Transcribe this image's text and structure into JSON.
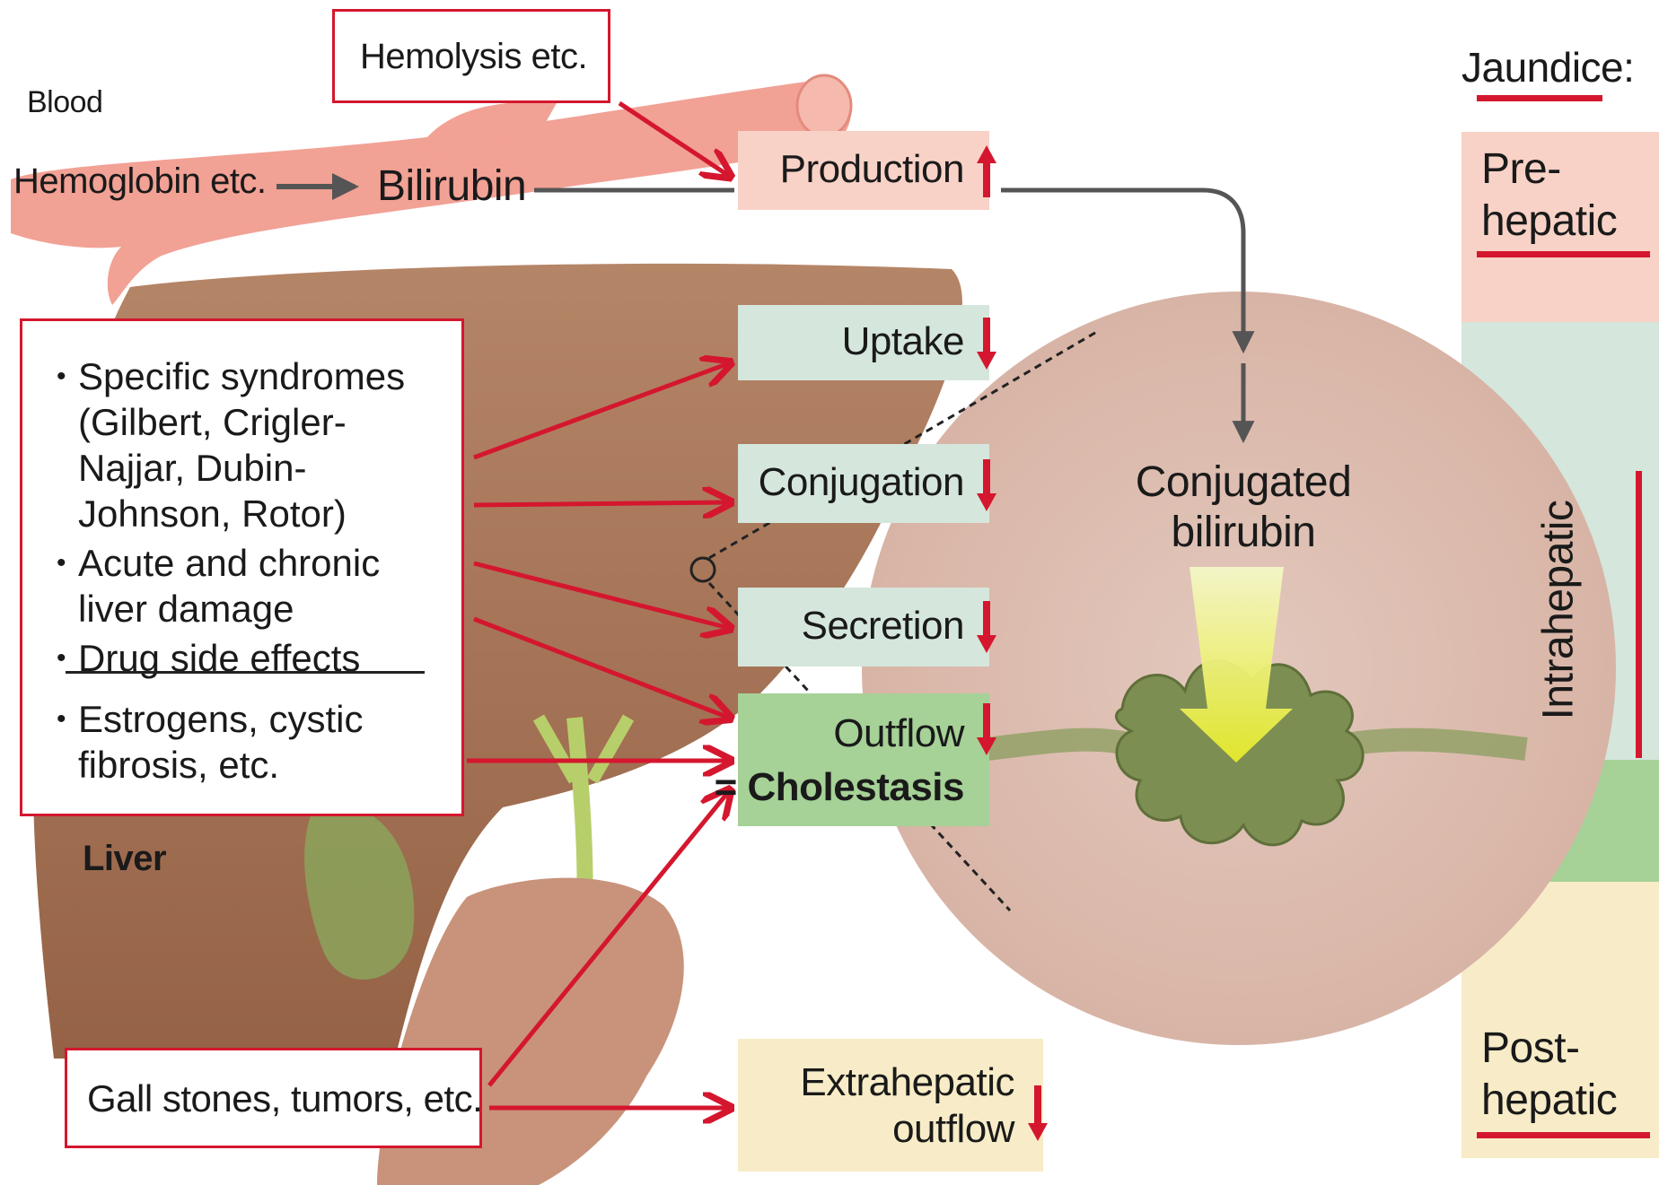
{
  "labels": {
    "blood": "Blood",
    "hemoglobin": "Hemoglobin etc.",
    "bilirubin": "Bilirubin",
    "hemolysis": "Hemolysis etc.",
    "liver": "Liver",
    "conjugated_line1": "Conjugated",
    "conjugated_line2": "bilirubin"
  },
  "stages": {
    "production": "Production",
    "uptake": "Uptake",
    "conjugation": "Conjugation",
    "secretion": "Secretion",
    "outflow_line1": "Outflow",
    "outflow_line2": "= Cholestasis",
    "extrahepatic_line1": "Extrahepatic",
    "extrahepatic_line2": "outflow"
  },
  "causes": {
    "items": [
      "Specific syndromes (Gilbert, Crigler-Najjar, Dubin-Johnson, Rotor)",
      "Acute and chronic liver damage",
      "Drug side effects"
    ],
    "other": "Estrogens, cystic fibrosis, etc.",
    "gallstones": "Gall stones, tumors, etc."
  },
  "jaundice": {
    "title": "Jaundice:",
    "prehepatic_line1": "Pre-",
    "prehepatic_line2": "hepatic",
    "intrahepatic": "Intrahepatic",
    "posthepatic_line1": "Post-",
    "posthepatic_line2": "hepatic"
  },
  "colors": {
    "accent_red": "#d4172e",
    "production_bg": "#f8d2c6",
    "intrahepatic_bg": "#d5e6dc",
    "cholestasis_bg": "#a6d197",
    "posthepatic_bg": "#f7ecc7"
  },
  "icons": {
    "increase": "arrow-up-icon",
    "decrease": "arrow-down-icon"
  }
}
